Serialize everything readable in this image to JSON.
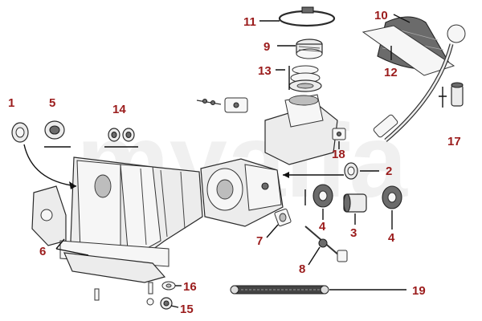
{
  "watermark": "myalfa",
  "callouts": [
    {
      "label": "1"
    },
    {
      "label": "2"
    },
    {
      "label": "3"
    },
    {
      "label": "4"
    },
    {
      "label": "4"
    },
    {
      "label": "5"
    },
    {
      "label": "6"
    },
    {
      "label": "7"
    },
    {
      "label": "8"
    },
    {
      "label": "9"
    },
    {
      "label": "10"
    },
    {
      "label": "11"
    },
    {
      "label": "12"
    },
    {
      "label": "13"
    },
    {
      "label": "14"
    },
    {
      "label": "15"
    },
    {
      "label": "16"
    },
    {
      "label": "17"
    },
    {
      "label": "18"
    },
    {
      "label": "19"
    }
  ],
  "colors": {
    "callout": "#9b1c1c",
    "line": "#111111",
    "part_fill": "#ececec",
    "part_dark": "#6b6b6b",
    "watermark": "#f0f0f0"
  }
}
